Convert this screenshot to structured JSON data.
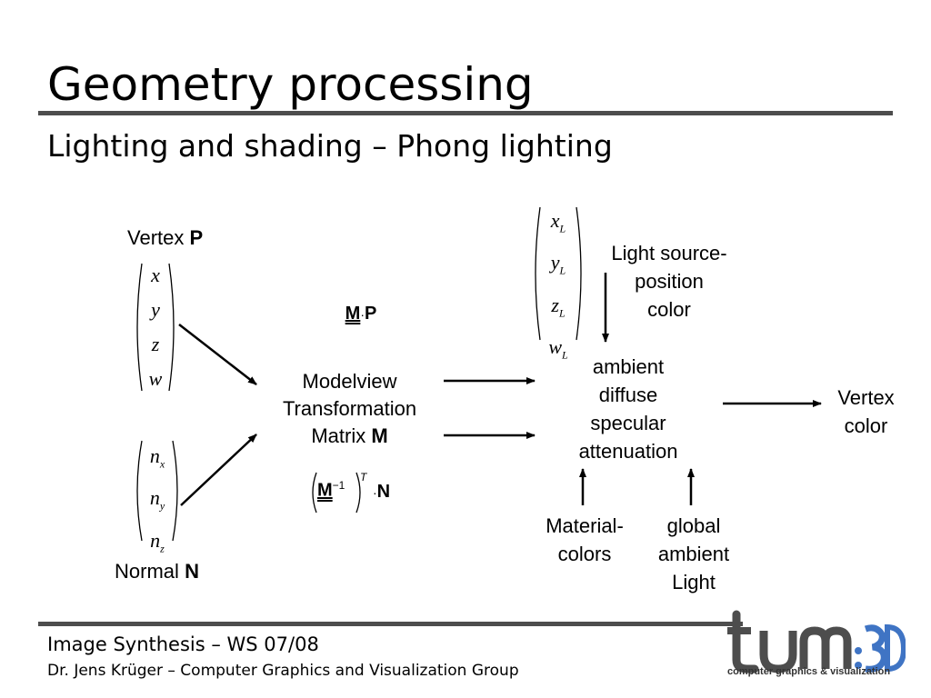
{
  "slide": {
    "title": "Geometry processing",
    "subtitle": "Lighting and shading – Phong lighting"
  },
  "diagram": {
    "vertex_label": "Vertex",
    "vertex_symbol": "P",
    "vertex_components": [
      "x",
      "y",
      "z",
      "w"
    ],
    "normal_label": "Normal",
    "normal_symbol": "N",
    "normal_components": [
      {
        "base": "n",
        "sub": "x"
      },
      {
        "base": "n",
        "sub": "y"
      },
      {
        "base": "n",
        "sub": "z"
      }
    ],
    "mp_formula": {
      "matrix": "M",
      "dot": "·",
      "vector": "P"
    },
    "modelview_lines": [
      "Modelview",
      "Transformation",
      "Matrix"
    ],
    "modelview_symbol": "M",
    "normal_formula": {
      "matrix": "M",
      "exponent": "−1",
      "transpose": "T",
      "dot": "·",
      "vector": "N"
    },
    "light_components": [
      {
        "base": "x",
        "sub": "L"
      },
      {
        "base": "y",
        "sub": "L"
      },
      {
        "base": "z",
        "sub": "L"
      },
      {
        "base": "w",
        "sub": "L"
      }
    ],
    "light_lines": [
      "Light source-",
      "position",
      "color"
    ],
    "lighting_terms": [
      "ambient",
      "diffuse",
      "specular",
      "attenuation"
    ],
    "material_lines": [
      "Material-",
      "colors"
    ],
    "global_lines": [
      "global",
      "ambient",
      "Light"
    ],
    "output_lines": [
      "Vertex",
      "color"
    ]
  },
  "footer": {
    "line1": "Image Synthesis – WS 07/08",
    "line2": "Dr. Jens Krüger – Computer Graphics and Visualization Group"
  },
  "logo": {
    "tum": "tum",
    "three_d": "3D",
    "tagline": "computer graphics & visualization"
  }
}
